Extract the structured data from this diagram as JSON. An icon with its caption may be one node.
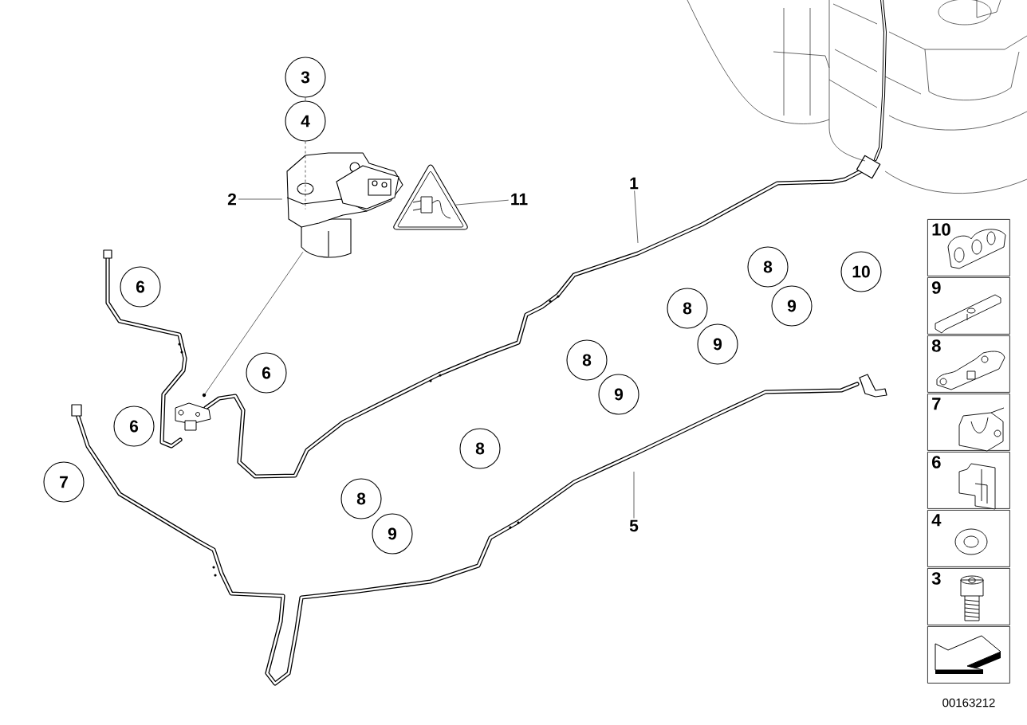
{
  "diagram": {
    "nodes": [
      {
        "text": [
          "3"
        ]
      },
      {
        "text": [
          "4"
        ]
      },
      {
        "text": [
          "2"
        ]
      },
      {
        "text": [],
        "shape": "picture"
      },
      {
        "text": [],
        "shape": "picture"
      },
      {
        "text": [
          "11"
        ]
      },
      {
        "text": [
          "1"
        ]
      },
      {
        "text": [
          "5"
        ]
      },
      {
        "text": [
          "6"
        ]
      },
      {
        "text": [
          "6"
        ]
      },
      {
        "text": [
          "6"
        ]
      },
      {
        "text": [
          "7"
        ]
      },
      {
        "text": [
          "8"
        ]
      },
      {
        "text": [
          "10"
        ]
      },
      {
        "text": [
          "8"
        ]
      },
      {
        "text": [
          "9"
        ]
      },
      {
        "text": [
          "9"
        ]
      },
      {
        "text": [
          "8"
        ]
      },
      {
        "text": [
          "9"
        ]
      },
      {
        "text": [
          "8"
        ]
      },
      {
        "text": [
          "8"
        ]
      },
      {
        "text": [
          "9"
        ]
      },
      {
        "text": [],
        "shape": "picture"
      },
      {
        "text": [
          "10"
        ]
      },
      {
        "text": [
          "9"
        ]
      },
      {
        "text": [
          "8"
        ]
      },
      {
        "text": [
          "7"
        ]
      },
      {
        "text": [
          "6"
        ]
      },
      {
        "text": [
          "4"
        ]
      },
      {
        "text": [
          "3"
        ]
      },
      {
        "text": [],
        "shape": "box"
      }
    ],
    "edges": [
      {
        "from": 0,
        "to": 1,
        "arrow": "none"
      },
      {
        "from": 1,
        "to": 3,
        "arrow": "none",
        "style": "dashed"
      },
      {
        "from": 2,
        "to": 3,
        "arrow": "none"
      },
      {
        "from": 5,
        "to": 4,
        "arrow": "none"
      },
      {
        "from": 6,
        "to": null,
        "arrow": "none"
      },
      {
        "from": 7,
        "to": null,
        "arrow": "none"
      },
      {
        "from": 3,
        "to": 22,
        "arrow": "none"
      }
    ],
    "labels": [
      "00163212"
    ]
  }
}
